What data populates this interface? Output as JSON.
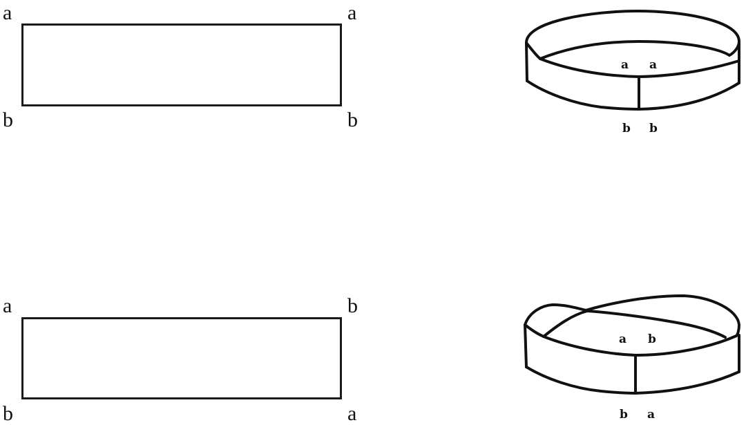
{
  "figure": {
    "rows": [
      {
        "name": "cylinder",
        "strip": {
          "corners": {
            "top_left": "a",
            "top_right": "a",
            "bottom_left": "b",
            "bottom_right": "b"
          }
        },
        "band": {
          "type": "cylinder",
          "seam_top_labels": [
            "a",
            "a"
          ],
          "seam_bottom_labels": [
            "b",
            "b"
          ]
        }
      },
      {
        "name": "mobius",
        "strip": {
          "corners": {
            "top_left": "a",
            "top_right": "b",
            "bottom_left": "b",
            "bottom_right": "a"
          }
        },
        "band": {
          "type": "mobius-strip",
          "seam_top_labels": [
            "a",
            "b"
          ],
          "seam_bottom_labels": [
            "b",
            "a"
          ]
        }
      }
    ],
    "colors": {
      "stroke": "#111111",
      "background": "#ffffff"
    }
  }
}
